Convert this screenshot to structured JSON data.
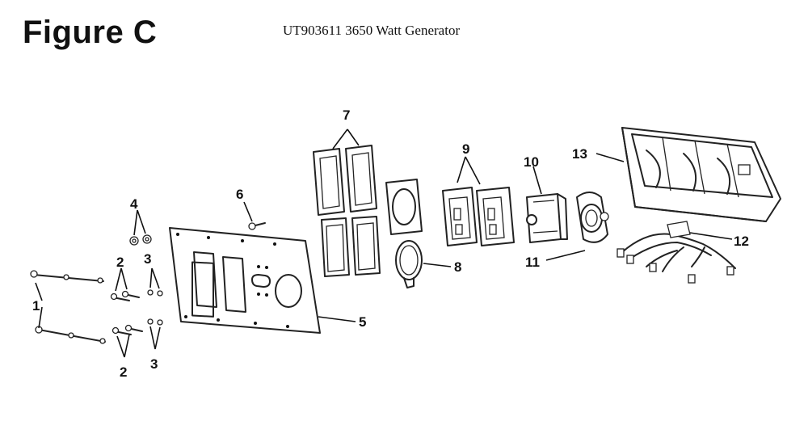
{
  "figure": {
    "title": "Figure C",
    "subtitle": "UT903611 3650 Watt Generator"
  },
  "callouts": {
    "c1": "1",
    "c2a": "2",
    "c2b": "2",
    "c3a": "3",
    "c3b": "3",
    "c4": "4",
    "c5": "5",
    "c6": "6",
    "c7": "7",
    "c8": "8",
    "c9": "9",
    "c10": "10",
    "c11": "11",
    "c12": "12",
    "c13": "13"
  }
}
